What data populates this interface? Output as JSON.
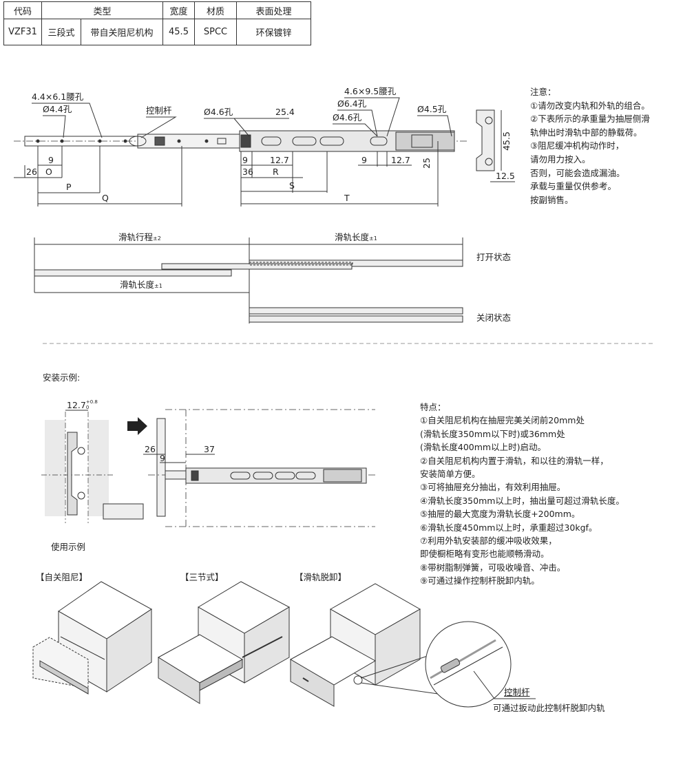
{
  "spec_table": {
    "headers": [
      "代码",
      "类型",
      "宽度",
      "材质",
      "表面处理"
    ],
    "row": {
      "code": "VZF31",
      "type_a": "三段式",
      "type_b": "带自关阻尼机构",
      "width": "45.5",
      "material": "SPCC",
      "finish": "环保镀锌"
    }
  },
  "drawing": {
    "labels": {
      "waist_hole_small": "4.4×6.1腰孔",
      "hole_44": "Ø4.4孔",
      "control_lever": "控制杆",
      "hole_46_a": "Ø4.6孔",
      "dim_254": "25.4",
      "waist_hole_large": "4.6×9.5腰孔",
      "hole_64": "Ø6.4孔",
      "hole_46_b": "Ø4.6孔",
      "hole_45": "Ø4.5孔",
      "dim_26": "26",
      "dim_9a": "9",
      "dim_O": "O",
      "dim_P": "P",
      "dim_Q": "Q",
      "dim_9b": "9",
      "dim_127a": "12.7",
      "dim_36": "36",
      "dim_R": "R",
      "dim_S": "S",
      "dim_9c": "9",
      "dim_127b": "12.7",
      "dim_25": "25",
      "dim_T": "T",
      "dim_455": "45.5",
      "dim_125": "12.5"
    }
  },
  "notes": {
    "title": "注意：",
    "lines": [
      "①请勿改变内轨和外轨的组合。",
      "②下表所示的承重量为抽屉侧滑",
      "轨伸出时滑轨中部的静载荷。",
      "③阻尼缓冲机构动作时，",
      "请勿用力按入。",
      "否则，可能会造成漏油。",
      "承载与重量仅供参考。",
      "按副销售。"
    ]
  },
  "states": {
    "travel_label": "滑轨行程",
    "travel_tol": "±2",
    "length_label": "滑轨长度",
    "length_tol": "±1",
    "open": "打开状态",
    "closed": "关闭状态"
  },
  "install": {
    "title": "安装示例:",
    "dim_127": "12.7",
    "tol_plus": "+0.8",
    "tol_zero": "0",
    "dim_26": "26",
    "dim_9": "9",
    "dim_37": "37",
    "usage": "使用示例"
  },
  "features": {
    "title": "特点：",
    "lines": [
      "①自关阻尼机构在抽屉完美关闭前20mm处",
      "(滑轨长度350mm以下时)或36mm处",
      "(滑轨长度400mm以上时)启动。",
      "②自关阻尼机构内置于滑轨，和以往的滑轨一样，",
      "安装简单方便。",
      "③可将抽屉充分抽出，有效利用抽屉。",
      "④滑轨长度350mm以上时，抽出量可超过滑轨长度。",
      "⑤抽屉的最大宽度为滑轨长度+200mm。",
      "⑥滑轨长度450mm以上时，承重超过30kgf。",
      "⑦利用外轨安装部的缓冲吸收效果，",
      "即使橱柜略有变形也能顺畅滑动。",
      "⑧带树脂制弹簧，可吸收噪音、冲击。",
      "⑨可通过操作控制杆脱卸内轨。"
    ]
  },
  "examples": {
    "self_closing": "【自关阻尼】",
    "three_section": "【三节式】",
    "detachable": "【滑轨脱卸】",
    "lever_label": "控制杆",
    "lever_caption": "可通过扳动此控制杆脱卸内轨"
  }
}
